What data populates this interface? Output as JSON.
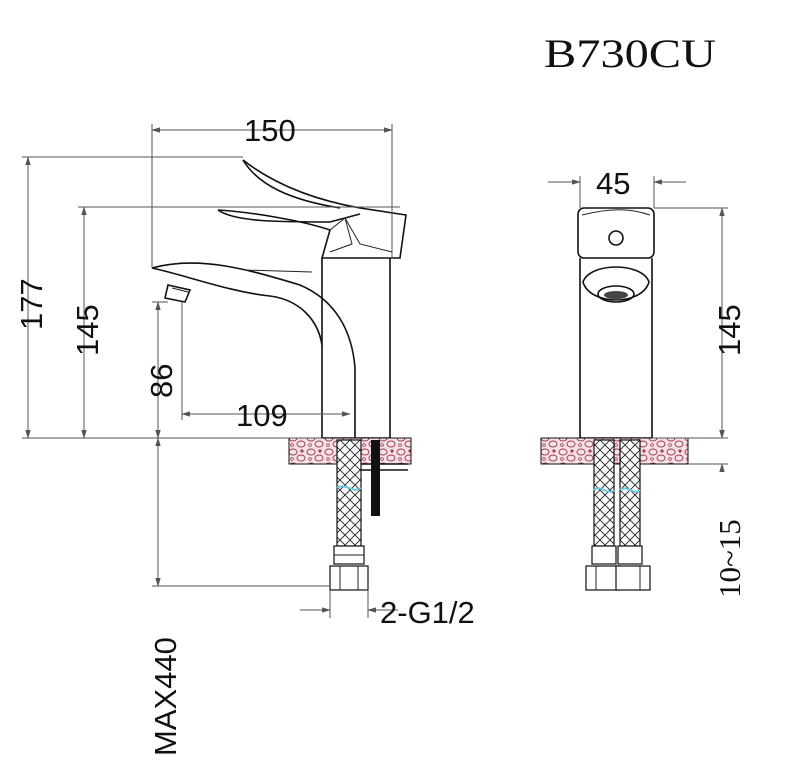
{
  "model": "B730CU",
  "colors": {
    "line": "#111111",
    "dimension": "#555555",
    "counter": "#a63a4a",
    "hose_accent": "#66c7e0"
  },
  "side_view": {
    "width_top": "150",
    "total_height": "177",
    "body_height": "145",
    "spout_height": "86",
    "spout_reach": "109",
    "connector": "2-G1/2",
    "max_hose": "MAX440"
  },
  "front_view": {
    "width": "45",
    "height": "145",
    "deck_thickness": "10~15"
  }
}
